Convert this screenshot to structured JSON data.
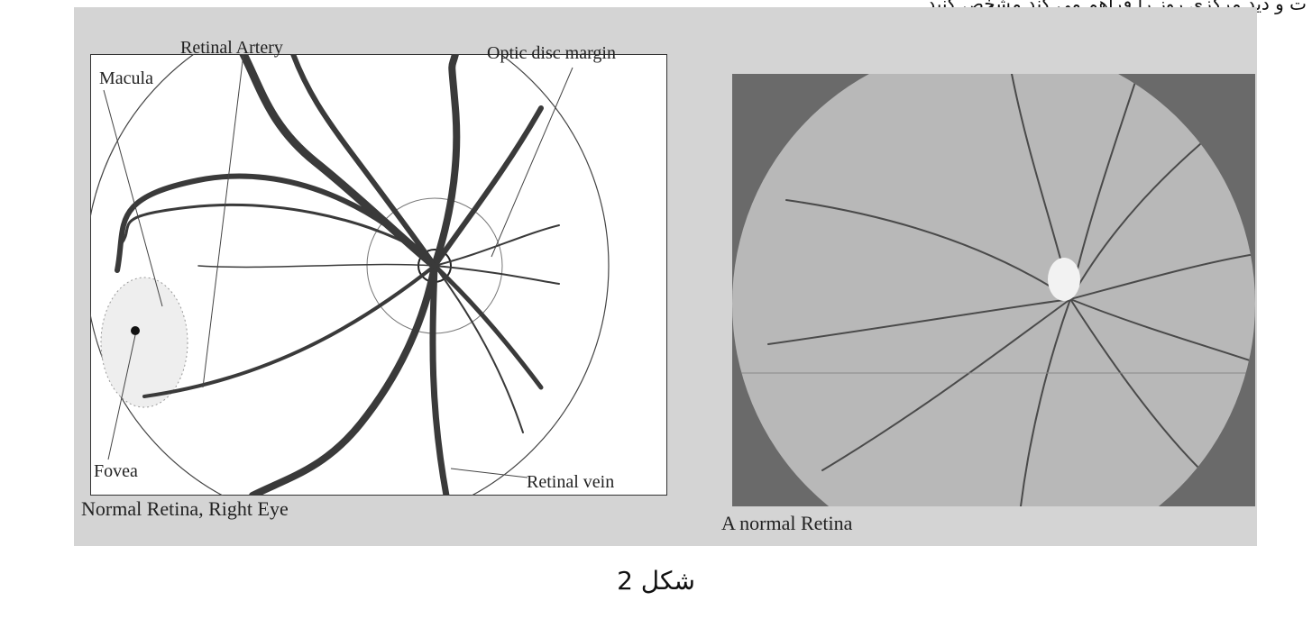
{
  "header_text": "ت و دید مرکزی روز را فراهم می کند مشخص کنید.",
  "diagram": {
    "labels": {
      "retinal_artery": "Retinal Artery",
      "optic_disc_margin": "Optic disc margin",
      "macula": "Macula",
      "fovea": "Fovea",
      "retinal_vein": "Retinal vein"
    },
    "caption": "Normal Retina, Right Eye"
  },
  "photo": {
    "caption": "A normal Retina"
  },
  "figure_caption": "شکل 2",
  "colors": {
    "frame": "#d4d4d4",
    "vessel": "#3a3a3a",
    "photo_bg": "#6a6a6a",
    "fundus": "#b8b8b8"
  }
}
